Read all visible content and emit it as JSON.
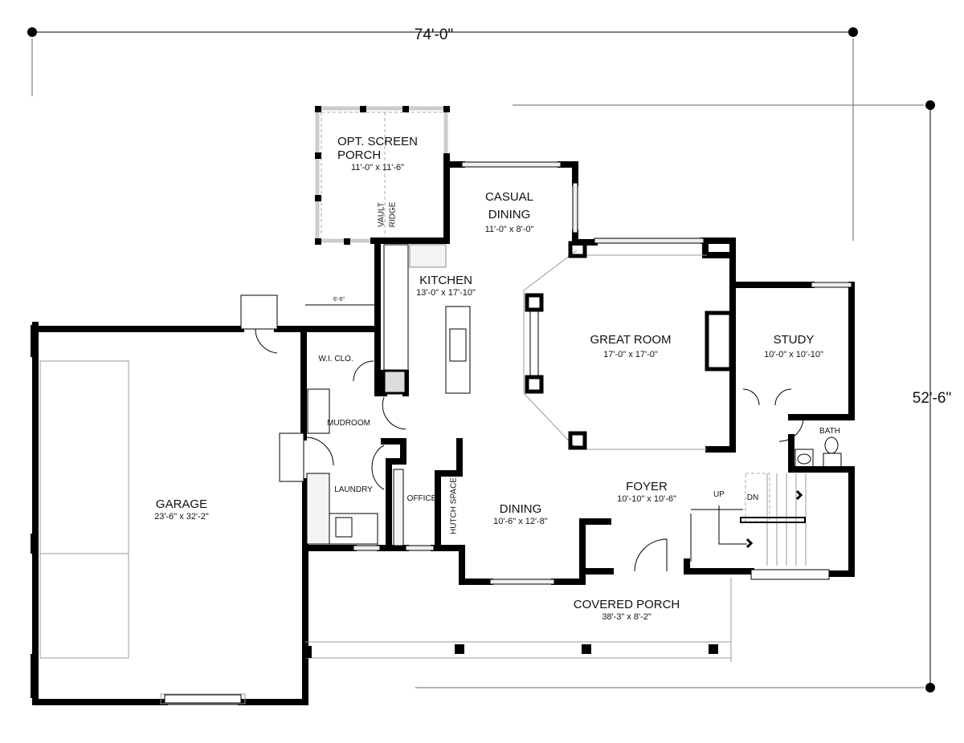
{
  "dimensions": {
    "overall_width": "74'-0\"",
    "overall_depth": "52'-6\"",
    "garage_entry": "6'-6\""
  },
  "rooms": {
    "screen_porch": {
      "name_line1": "OPT. SCREEN",
      "name_line2": "PORCH",
      "size": "11'-0\" x 11'-6\"",
      "note1": "VAULT",
      "note2": "RIDGE"
    },
    "casual_dining": {
      "name_line1": "CASUAL",
      "name_line2": "DINING",
      "size": "11'-0\" x 8'-0\""
    },
    "kitchen": {
      "name": "KITCHEN",
      "size": "13'-0\" x 17'-10\""
    },
    "great_room": {
      "name": "GREAT ROOM",
      "size": "17'-0\" x 17'-0\""
    },
    "study": {
      "name": "STUDY",
      "size": "10'-0\" x 10'-10\""
    },
    "bath": {
      "name": "BATH"
    },
    "wi_closet": {
      "name": "W.I. CLO."
    },
    "mudroom": {
      "name": "MUDROOM"
    },
    "laundry": {
      "name": "LAUNDRY"
    },
    "office": {
      "name": "OFFICE"
    },
    "hutch": {
      "name": "HUTCH SPACE"
    },
    "dining": {
      "name": "DINING",
      "size": "10'-6\" x 12'-8\""
    },
    "foyer": {
      "name": "FOYER",
      "size": "10'-10\" x 10'-6\""
    },
    "garage": {
      "name": "GARAGE",
      "size": "23'-6\" x 32'-2\""
    },
    "covered_porch": {
      "name": "COVERED PORCH",
      "size": "38'-3\" x 8'-2\""
    }
  },
  "stairs": {
    "up": "UP",
    "down": "DN"
  }
}
